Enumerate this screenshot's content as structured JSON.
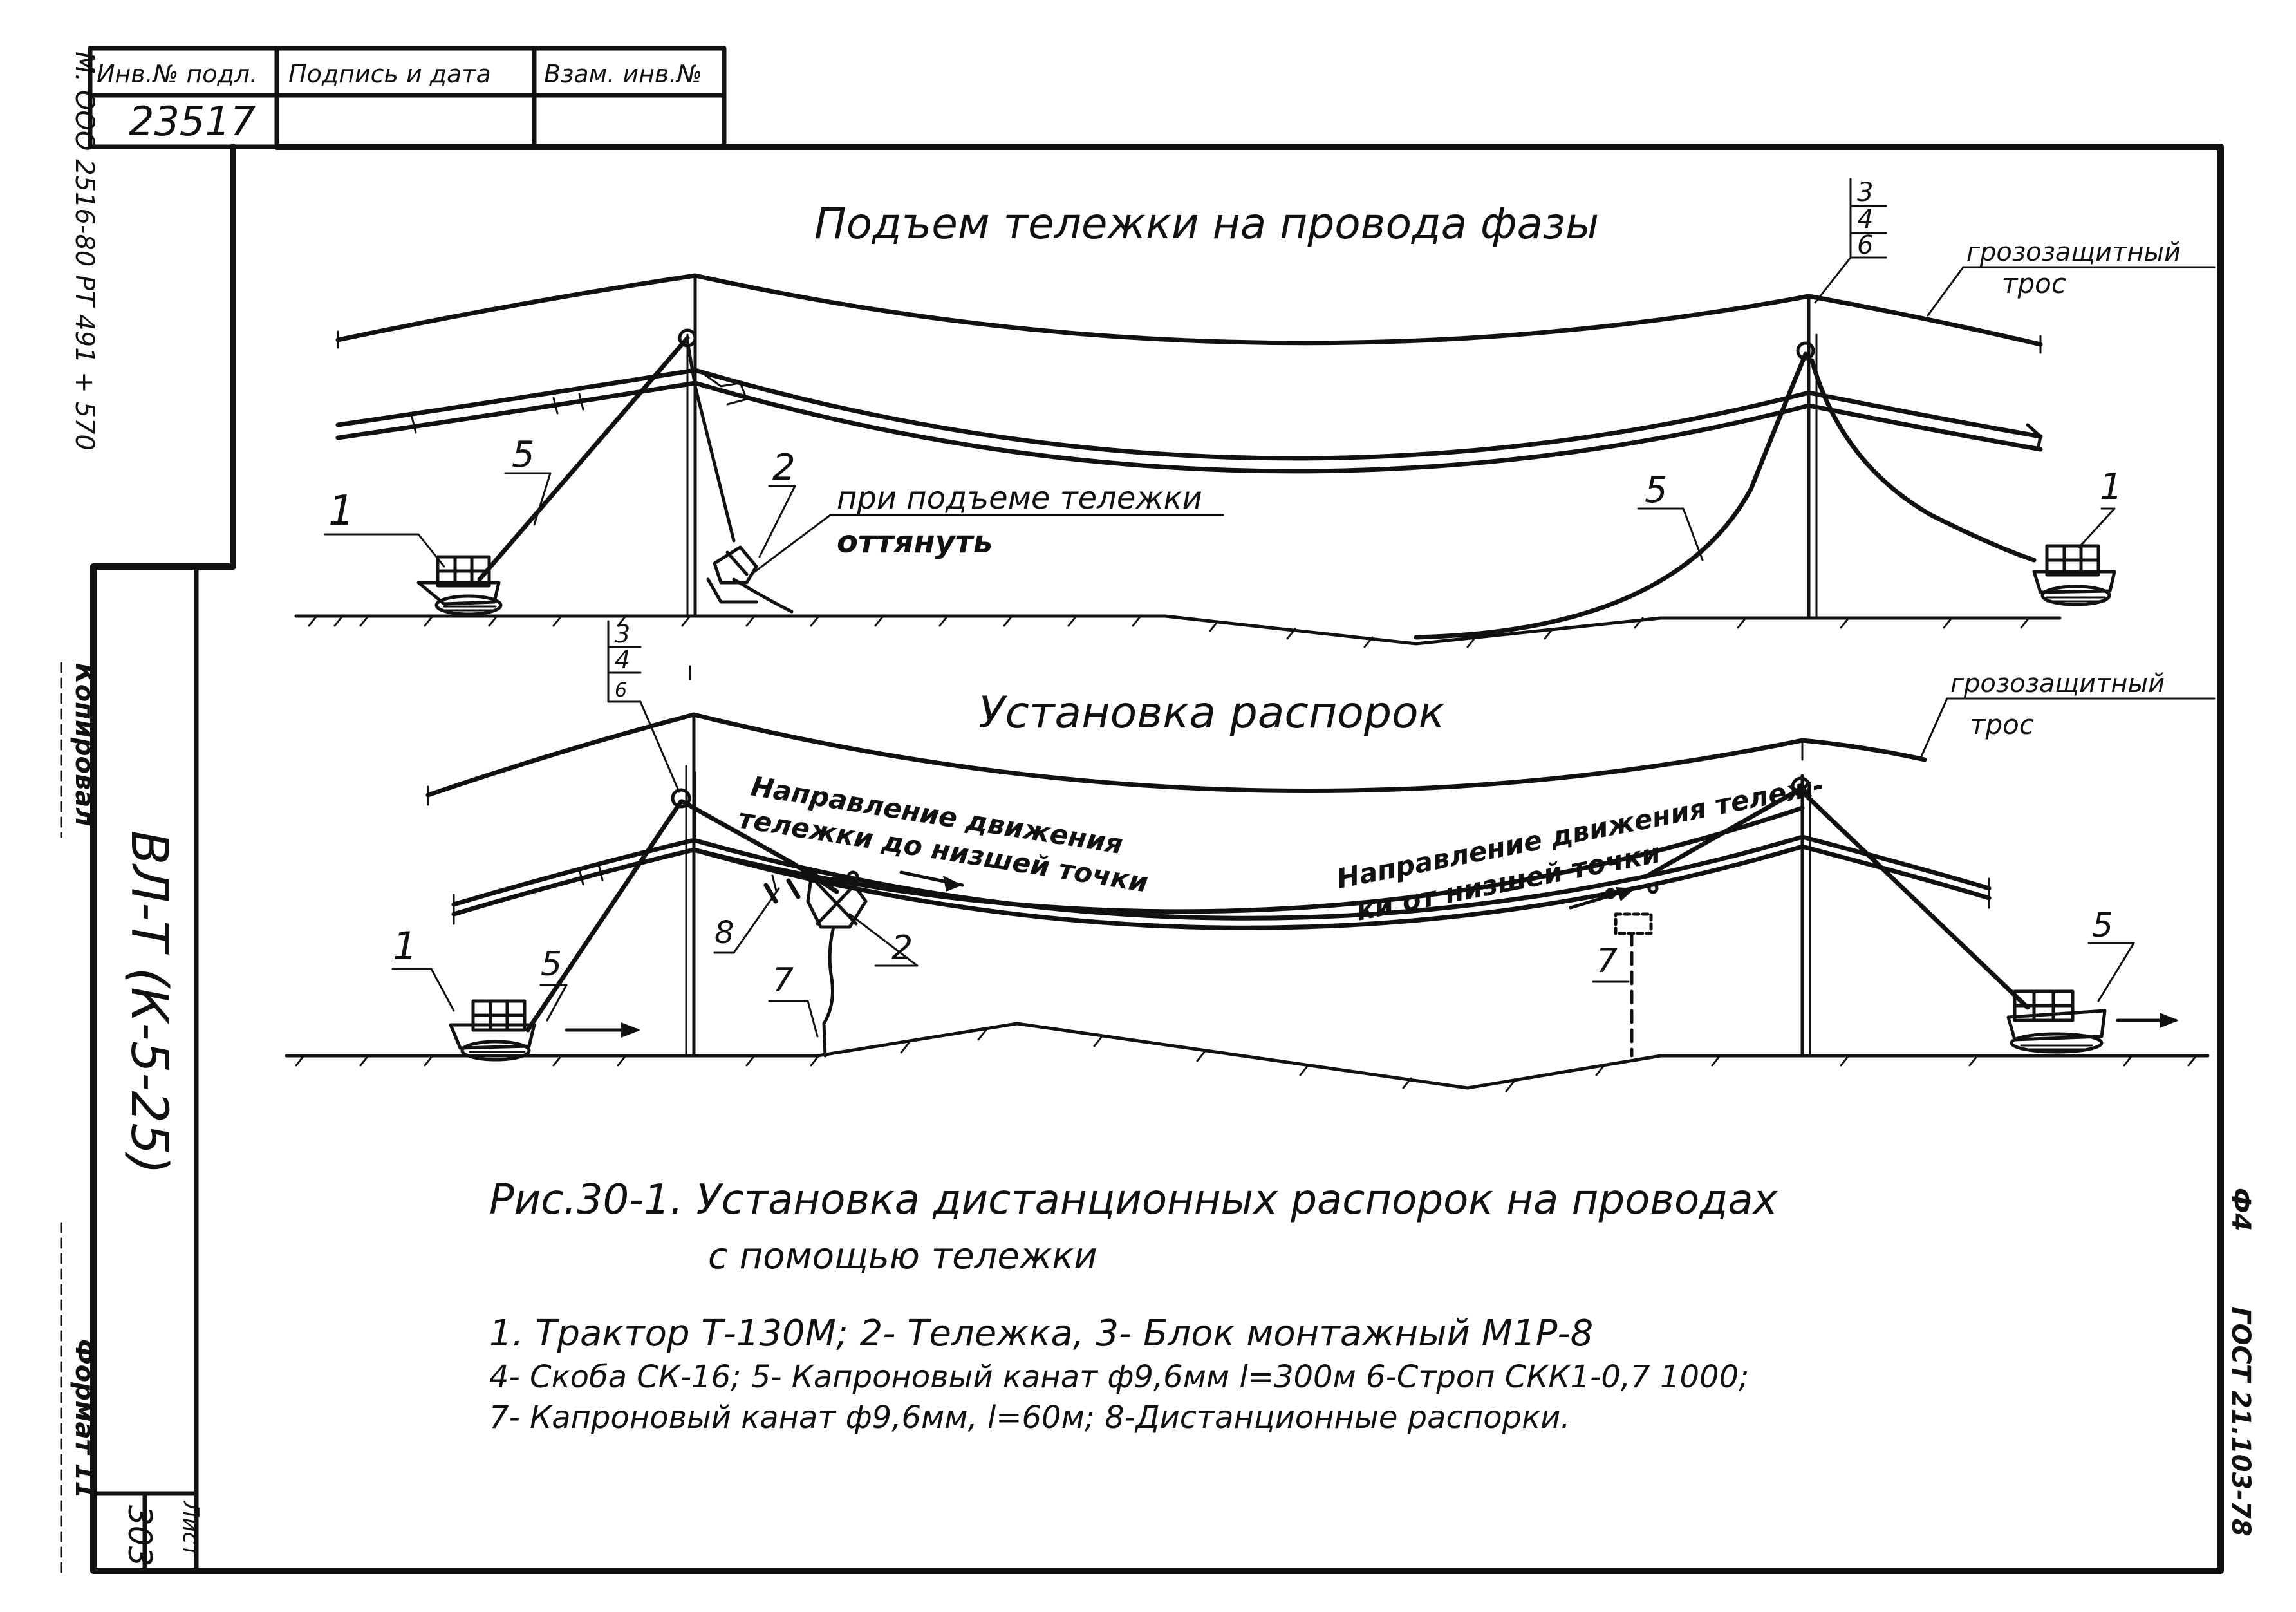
{
  "stamp": {
    "header_inv": "Инв.№ подл.",
    "header_sign": "Подпись и дата",
    "header_vzam": "Взам. инв.№",
    "inv_number": "23517"
  },
  "margin": {
    "doc_ref": "М. ООО 2516-80 РТ 491 + 570",
    "kopiroval": "Копировал",
    "project_code": "ВЛ-Т (К-5-25)",
    "format": "Формат 11",
    "sheet_label": "Лист",
    "sheet_number": "303",
    "gost": "ГОСТ 21.103-78",
    "f4": "Ф4"
  },
  "top_diagram": {
    "title": "Подъем тележки на провода фазы",
    "ground_wire_label_1": "грозозащитный",
    "ground_wire_label_2": "трос",
    "stack_1": "3",
    "stack_2": "4",
    "stack_3": "6",
    "label_1_left": "1",
    "label_1_right": "1",
    "label_5_left": "5",
    "label_5_right": "5",
    "label_2": "2",
    "note_1": "при подъеме тележки",
    "note_2": "оттянуть"
  },
  "bottom_diagram": {
    "title": "Установка распорок",
    "ground_wire_label_1": "грозозащитный",
    "ground_wire_label_2": "трос",
    "stack_1": "3",
    "stack_2": "4",
    "stack_3": "6",
    "direction_left_1": "Направление движения",
    "direction_left_2": "тележки до низшей точки",
    "direction_right_1": "Направление движения тележ-",
    "direction_right_2": "ки от низшей точки",
    "label_1": "1",
    "label_5_left": "5",
    "label_5_right": "5",
    "label_8": "8",
    "label_7_left": "7",
    "label_7_right": "7",
    "label_2": "2"
  },
  "caption": {
    "line1": "Рис.30-1. Установка дистанционных распорок на проводах",
    "line2": "с помощью тележки"
  },
  "legend": {
    "line1": "1. Трактор Т-130М; 2- Тележка, 3- Блок монтажный М1Р-8",
    "line2": "4- Скоба СК-16; 5- Капроновый канат ф9,6мм l=300м 6-Строп СКК1-0,7 1000;",
    "line3": "7- Капроновый канат ф9,6мм, l=60м; 8-Дистанционные распорки."
  }
}
